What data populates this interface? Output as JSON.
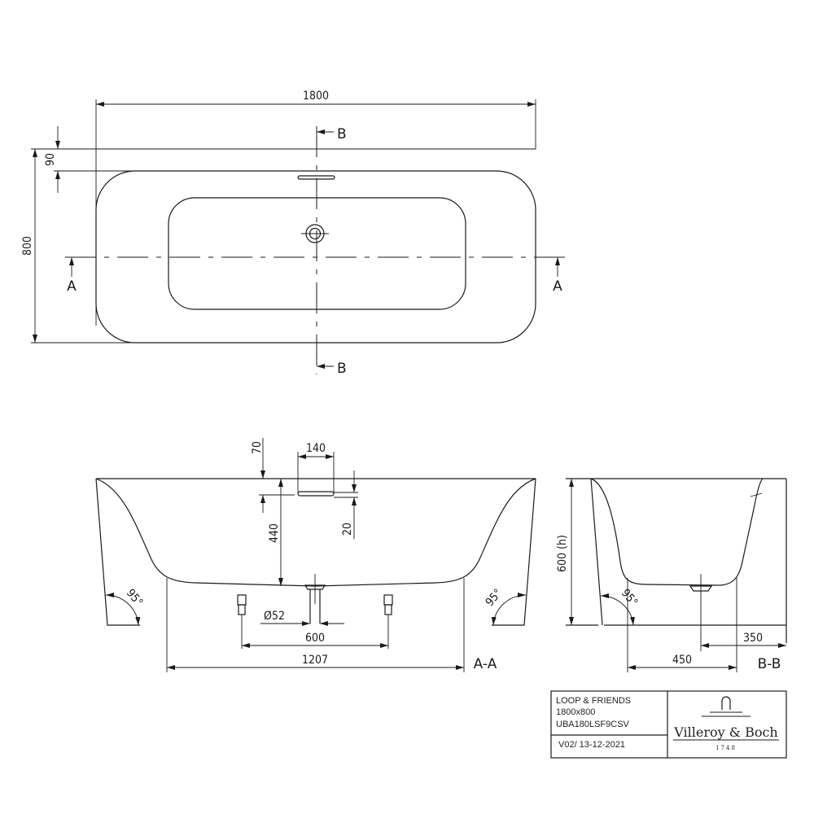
{
  "top_view": {
    "dim_length": "1800",
    "dim_width": "800",
    "dim_rim": "90",
    "section_a_label": "A",
    "section_b_label": "B"
  },
  "section_aa": {
    "dim_70": "70",
    "dim_140": "140",
    "dim_20": "20",
    "dim_440": "440",
    "dim_drain": "Ø52",
    "dim_feet": "600",
    "dim_base": "1207",
    "angle": "95°",
    "title": "A-A"
  },
  "section_bb": {
    "dim_height": "600 (h)",
    "dim_350": "350",
    "dim_450": "450",
    "angle": "95°",
    "title": "B-B"
  },
  "title_block": {
    "product": "LOOP & FRIENDS",
    "size": "1800x800",
    "code": "UBA180LSF9CSV",
    "version": "V02/ 13-12-2021",
    "brand": "Villeroy & Boch",
    "brand_year": "1748"
  }
}
